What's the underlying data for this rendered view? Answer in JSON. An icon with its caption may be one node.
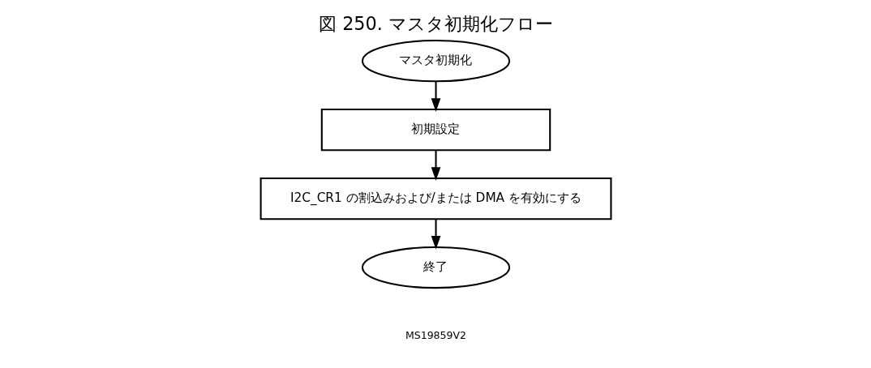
{
  "diagram": {
    "title": "図 250. マスタ初期化フロー",
    "nodes": [
      {
        "text": [
          "マスタ初期化"
        ]
      },
      {
        "text": [
          "初期設定"
        ]
      },
      {
        "text": [
          "I2C_CR1 の割込みおよび/または DMA を有効にする"
        ]
      },
      {
        "text": [
          "終了"
        ]
      }
    ],
    "edges": [
      {
        "from": 0,
        "to": 1,
        "arrow": "to"
      },
      {
        "from": 1,
        "to": 2,
        "arrow": "to"
      },
      {
        "from": 2,
        "to": 3,
        "arrow": "to"
      }
    ],
    "labels": [
      "MS19859V2"
    ]
  }
}
